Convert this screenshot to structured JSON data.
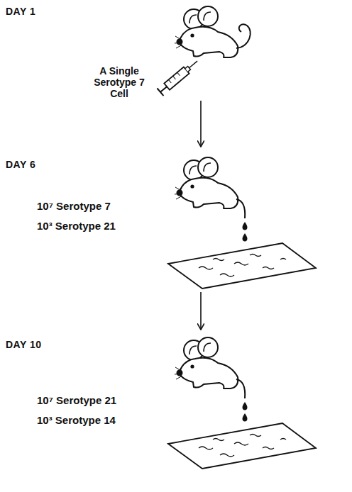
{
  "diagram": {
    "labels": [
      "DAY 1",
      "A Single Serotype 7 Cell",
      "DAY 6",
      "10⁷ Serotype 7",
      "10³ Serotype 21",
      "DAY 10",
      "10⁷ Serotype 21",
      "10³ Serotype 14"
    ]
  }
}
